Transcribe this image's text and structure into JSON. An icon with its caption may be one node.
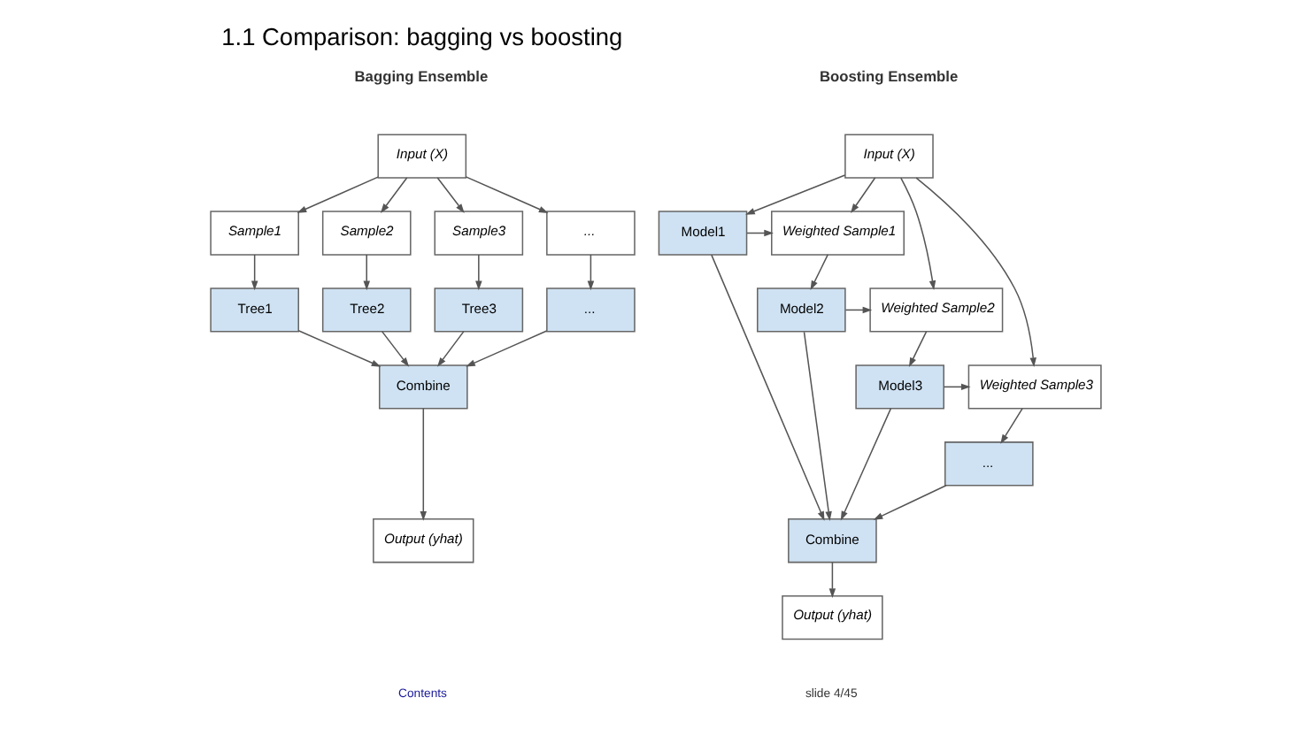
{
  "diagram": {
    "title": "1.1 Comparison: bagging vs boosting",
    "nodes": [
      {
        "text": [
          "Input (X)"
        ]
      },
      {
        "text": [
          "Sample1"
        ]
      },
      {
        "text": [
          "Sample2"
        ]
      },
      {
        "text": [
          "Sample3"
        ]
      },
      {
        "text": [
          "..."
        ]
      },
      {
        "text": [
          "Tree1"
        ]
      },
      {
        "text": [
          "Tree2"
        ]
      },
      {
        "text": [
          "Tree3"
        ]
      },
      {
        "text": [
          "..."
        ]
      },
      {
        "text": [
          "Combine"
        ]
      },
      {
        "text": [
          "Output (yhat)"
        ]
      },
      {
        "text": [
          "Input (X)"
        ]
      },
      {
        "text": [
          "Model1"
        ]
      },
      {
        "text": [
          "Weighted Sample1"
        ]
      },
      {
        "text": [
          "Model2"
        ]
      },
      {
        "text": [
          "Weighted Sample2"
        ]
      },
      {
        "text": [
          "Model3"
        ]
      },
      {
        "text": [
          "Weighted Sample3"
        ]
      },
      {
        "text": [
          "..."
        ]
      },
      {
        "text": [
          "Combine"
        ]
      },
      {
        "text": [
          "Output (yhat)"
        ]
      }
    ],
    "edges": [
      {
        "from": 0,
        "to": 1,
        "arrow": "to"
      },
      {
        "from": 0,
        "to": 2,
        "arrow": "to"
      },
      {
        "from": 0,
        "to": 3,
        "arrow": "to"
      },
      {
        "from": 0,
        "to": 4,
        "arrow": "to"
      },
      {
        "from": 1,
        "to": 5,
        "arrow": "to"
      },
      {
        "from": 2,
        "to": 6,
        "arrow": "to"
      },
      {
        "from": 3,
        "to": 7,
        "arrow": "to"
      },
      {
        "from": 4,
        "to": 8,
        "arrow": "to"
      },
      {
        "from": 5,
        "to": 9,
        "arrow": "to"
      },
      {
        "from": 6,
        "to": 9,
        "arrow": "to"
      },
      {
        "from": 7,
        "to": 9,
        "arrow": "to"
      },
      {
        "from": 8,
        "to": 9,
        "arrow": "to"
      },
      {
        "from": 9,
        "to": 10,
        "arrow": "to"
      },
      {
        "from": 11,
        "to": 12,
        "arrow": "to"
      },
      {
        "from": 11,
        "to": 13,
        "arrow": "to"
      },
      {
        "from": 11,
        "to": 15,
        "arrow": "to"
      },
      {
        "from": 11,
        "to": 17,
        "arrow": "to"
      },
      {
        "from": 12,
        "to": 13,
        "arrow": "to"
      },
      {
        "from": 13,
        "to": 14,
        "arrow": "to"
      },
      {
        "from": 14,
        "to": 15,
        "arrow": "to"
      },
      {
        "from": 15,
        "to": 16,
        "arrow": "to"
      },
      {
        "from": 16,
        "to": 17,
        "arrow": "to"
      },
      {
        "from": 17,
        "to": 18,
        "arrow": "to"
      },
      {
        "from": 12,
        "to": 19,
        "arrow": "to"
      },
      {
        "from": 14,
        "to": 19,
        "arrow": "to"
      },
      {
        "from": 16,
        "to": 19,
        "arrow": "to"
      },
      {
        "from": 18,
        "to": 19,
        "arrow": "to"
      },
      {
        "from": 19,
        "to": 20,
        "arrow": "to"
      }
    ],
    "labels": [
      "Bagging Ensemble",
      "Boosting Ensemble",
      "Contents",
      "slide 4/45"
    ]
  }
}
